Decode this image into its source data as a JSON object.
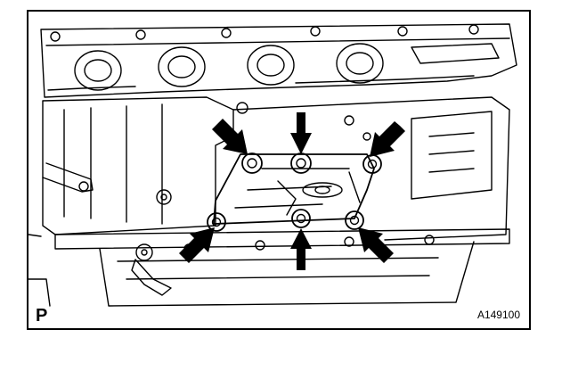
{
  "figure": {
    "view_letter": "P",
    "figure_id": "A149100"
  },
  "colors": {
    "line": "#000000",
    "background": "#ffffff"
  },
  "subject": "engine-block-bracket-bolt-locations",
  "arrow_count": 6,
  "bolt_count": 6
}
